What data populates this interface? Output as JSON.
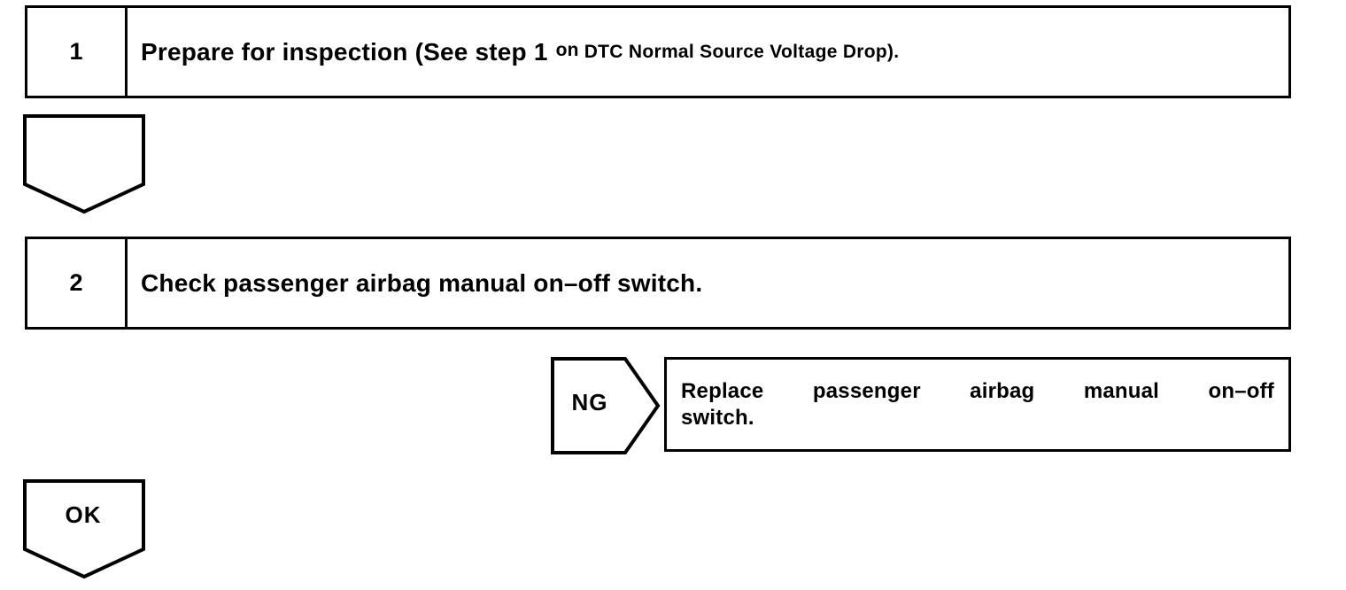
{
  "steps": [
    {
      "number": "1",
      "text_main": "Prepare for inspection (See step 1",
      "ref_on": "on",
      "ref_rest": "DTC Normal Source Voltage Drop)."
    },
    {
      "number": "2",
      "text": "Check passenger airbag manual on–off switch."
    }
  ],
  "connectors": {
    "ng_label": "NG",
    "ok_label": "OK"
  },
  "ng_action": {
    "line1": "Replace passenger airbag manual on–off",
    "line2": "switch."
  },
  "colors": {
    "ink": "#000000",
    "paper": "#ffffff"
  }
}
